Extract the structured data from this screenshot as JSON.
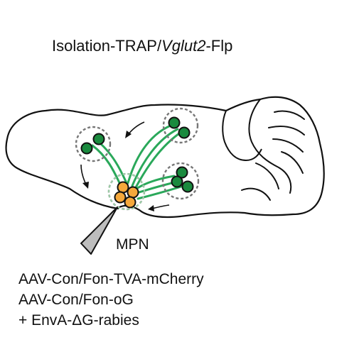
{
  "title": {
    "prefix": "Isolation-TRAP/",
    "italic": "Vglut2",
    "suffix": "-Flp"
  },
  "region_label": "MPN",
  "virus_lines": [
    "AAV-Con/Fon-TVA-mCherry",
    "AAV-Con/Fon-oG",
    "+ EnvA-ΔG-rabies"
  ],
  "colors": {
    "input_neuron": "#1a8a3e",
    "starter_neuron": "#f5a83c",
    "projection": "#2aa85a",
    "outline": "#111111",
    "cluster_ring": "#777777",
    "pipette": "#bdbdbd"
  }
}
